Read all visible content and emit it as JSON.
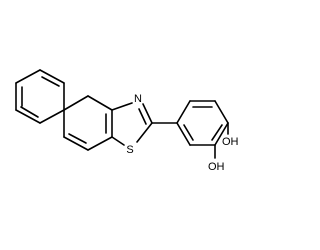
{
  "structure": {
    "atoms": {
      "n1": "N",
      "s1": "S",
      "oh1": "OH",
      "oh2": "OH"
    }
  },
  "colors": {
    "background": "#ffffff",
    "bonds": "#000000",
    "labels": "#000000"
  }
}
